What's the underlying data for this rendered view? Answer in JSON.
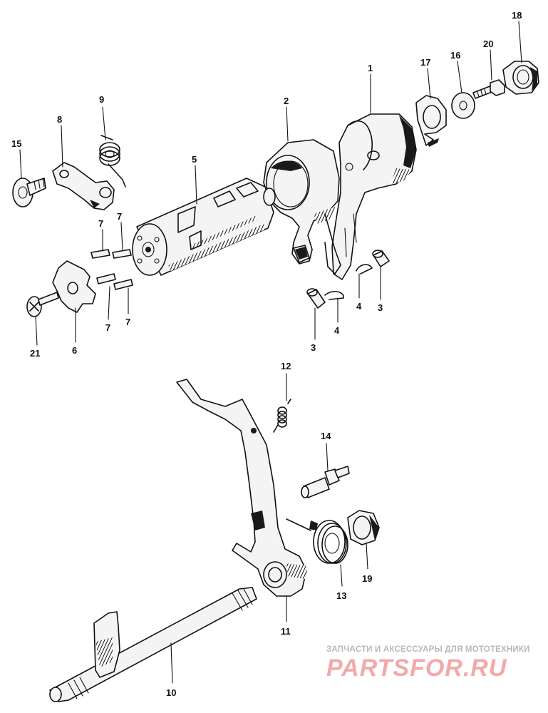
{
  "labels": {
    "p1": "1",
    "p2": "2",
    "p3a": "3",
    "p3b": "3",
    "p4a": "4",
    "p4b": "4",
    "p5": "5",
    "p6": "6",
    "p7a": "7",
    "p7b": "7",
    "p7c": "7",
    "p7d": "7",
    "p8": "8",
    "p9": "9",
    "p10": "10",
    "p11": "11",
    "p12": "12",
    "p13": "13",
    "p14": "14",
    "p15": "15",
    "p16": "16",
    "p17": "17",
    "p18": "18",
    "p19": "19",
    "p20": "20",
    "p21": "21"
  },
  "watermark": {
    "tagline": "ЗАПЧАСТИ И АКСЕССУАРЫ ДЛЯ МОТОТЕХНИКИ",
    "brand": "PARTSFOR.RU"
  }
}
